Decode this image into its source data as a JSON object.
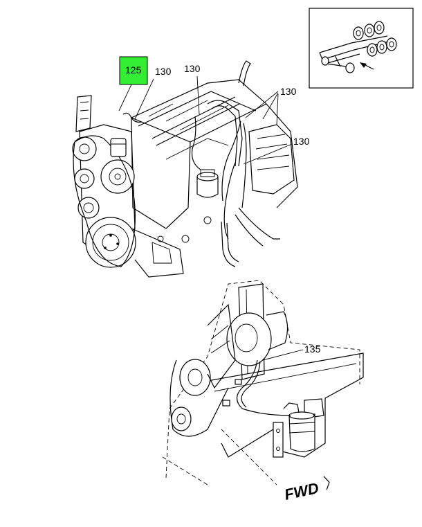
{
  "callouts": {
    "c125": "125",
    "c130_a": "130",
    "c130_b": "130",
    "c130_c": "130",
    "c130_d": "130",
    "c135": "135"
  },
  "fwd_label": "FWD",
  "colors": {
    "highlight": "#33ee33",
    "line": "#000000",
    "background": "#ffffff"
  },
  "icons": {
    "locator": "truck-chassis-locator-icon",
    "direction": "arrow-icon",
    "forward": "forward-direction-icon"
  }
}
